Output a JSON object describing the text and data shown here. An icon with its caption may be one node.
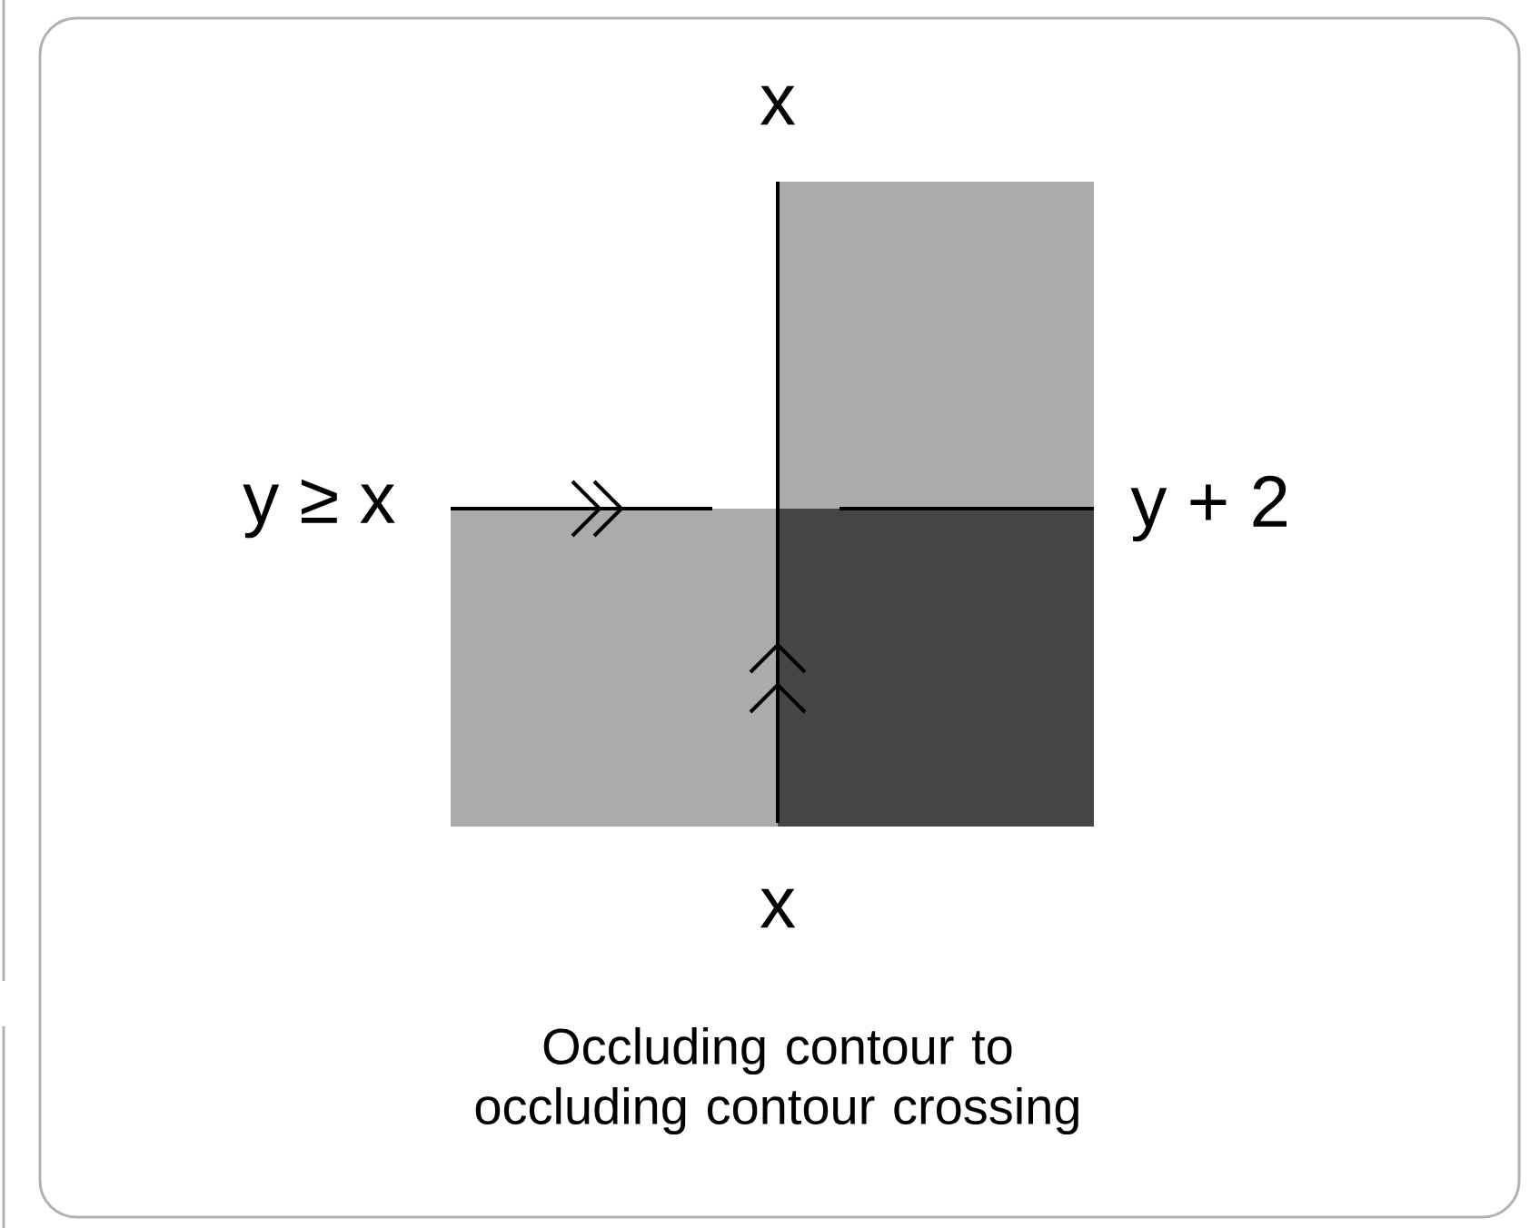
{
  "diagram": {
    "caption": "Occluding contour to occluding contour crossing",
    "labels": [
      "x",
      "y ≥ x",
      "y + 2",
      "x"
    ]
  }
}
